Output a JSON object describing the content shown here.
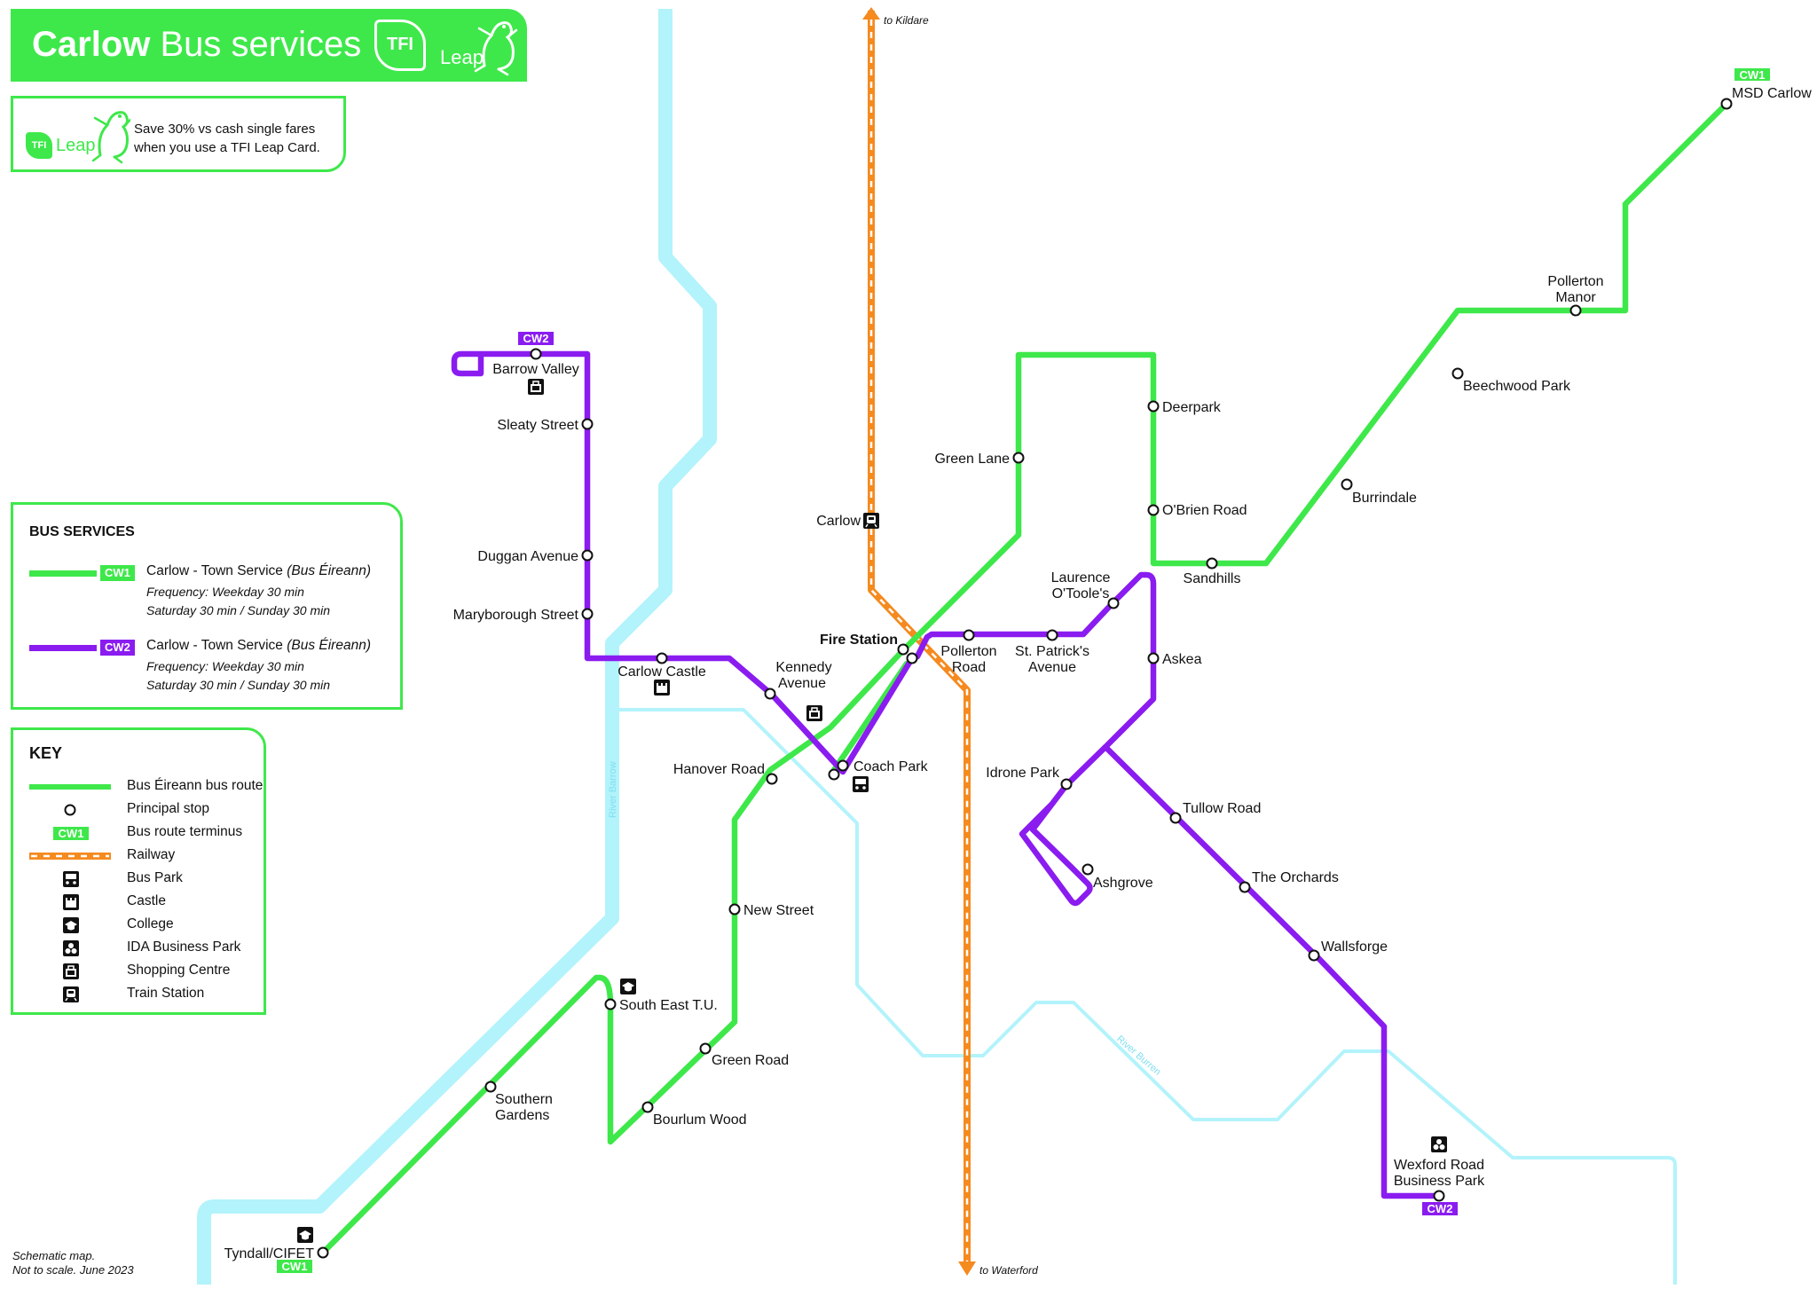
{
  "title": {
    "bold": "Carlow",
    "rest": "Bus services",
    "tfi": "TFI",
    "leap": "Leap"
  },
  "savings": {
    "line1": "Save 30% vs cash single fares",
    "line2": "when you use a TFI Leap Card.",
    "tfi": "TFI",
    "leap": "Leap"
  },
  "services": {
    "heading": "BUS SERVICES",
    "items": [
      {
        "code": "CW1",
        "color": "#3ee84a",
        "name": "Carlow - Town Service",
        "operator": "(Bus Éireann)",
        "freq1": "Frequency: Weekday 30 min",
        "freq2": "Saturday 30 min / Sunday 30 min"
      },
      {
        "code": "CW2",
        "color": "#8a1cf0",
        "name": "Carlow - Town Service",
        "operator": "(Bus Éireann)",
        "freq1": "Frequency: Weekday 30 min",
        "freq2": "Saturday 30 min / Sunday 30 min"
      }
    ]
  },
  "key": {
    "heading": "KEY",
    "items": [
      {
        "label": "Bus Éireann bus route",
        "symbol": "route-line"
      },
      {
        "label": "Principal stop",
        "symbol": "stop-circle"
      },
      {
        "label": "Bus route terminus",
        "symbol": "terminus-tag",
        "tag": "CW1"
      },
      {
        "label": "Railway",
        "symbol": "railway-line"
      },
      {
        "label": "Bus Park",
        "symbol": "bus-icon"
      },
      {
        "label": "Castle",
        "symbol": "castle-icon"
      },
      {
        "label": "College",
        "symbol": "college-icon"
      },
      {
        "label": "IDA Business Park",
        "symbol": "ida-icon"
      },
      {
        "label": "Shopping Centre",
        "symbol": "shopping-icon"
      },
      {
        "label": "Train Station",
        "symbol": "train-icon"
      }
    ]
  },
  "colors": {
    "cw1": "#3ee84a",
    "cw2": "#8a1cf0",
    "railway": "#f58a1f",
    "river": "#b3f3fb"
  },
  "map": {
    "rail_north": "to Kildare",
    "rail_south": "to Waterford",
    "river_barrow": "River Barrow",
    "river_burren": "River Burren",
    "terminus_tags": [
      "CW1",
      "CW2",
      "CW2",
      "CW1"
    ],
    "stops": {
      "msd_carlow": "MSD Carlow",
      "pollerton_manor_1": "Pollerton",
      "pollerton_manor_2": "Manor",
      "beechwood_park": "Beechwood Park",
      "burrindale": "Burrindale",
      "sandhills": "Sandhills",
      "obrien_road": "O'Brien Road",
      "deerpark": "Deerpark",
      "green_lane": "Green Lane",
      "carlow_station": "Carlow",
      "fire_station": "Fire Station",
      "pollerton_road_1": "Pollerton",
      "pollerton_road_2": "Road",
      "st_patricks_1": "St. Patrick's",
      "st_patricks_2": "Avenue",
      "laurence_1": "Laurence",
      "laurence_2": "O'Toole's",
      "askea": "Askea",
      "idrone_park": "Idrone Park",
      "ashgrove": "Ashgrove",
      "tullow_road": "Tullow Road",
      "the_orchards": "The Orchards",
      "wallsforge": "Wallsforge",
      "wexford_1": "Wexford Road",
      "wexford_2": "Business Park",
      "barrow_valley": "Barrow Valley",
      "sleaty_street": "Sleaty Street",
      "duggan_avenue": "Duggan Avenue",
      "maryborough_street": "Maryborough Street",
      "carlow_castle": "Carlow Castle",
      "kennedy_1": "Kennedy",
      "kennedy_2": "Avenue",
      "coach_park": "Coach Park",
      "hanover_road": "Hanover Road",
      "new_street": "New Street",
      "south_east_tu": "South East T.U.",
      "green_road": "Green Road",
      "bourlum_wood": "Bourlum Wood",
      "southern_1": "Southern",
      "southern_2": "Gardens",
      "tyndall": "Tyndall/CIFET"
    }
  },
  "footnote": {
    "line1": "Schematic map.",
    "line2": "Not to scale. June 2023"
  }
}
